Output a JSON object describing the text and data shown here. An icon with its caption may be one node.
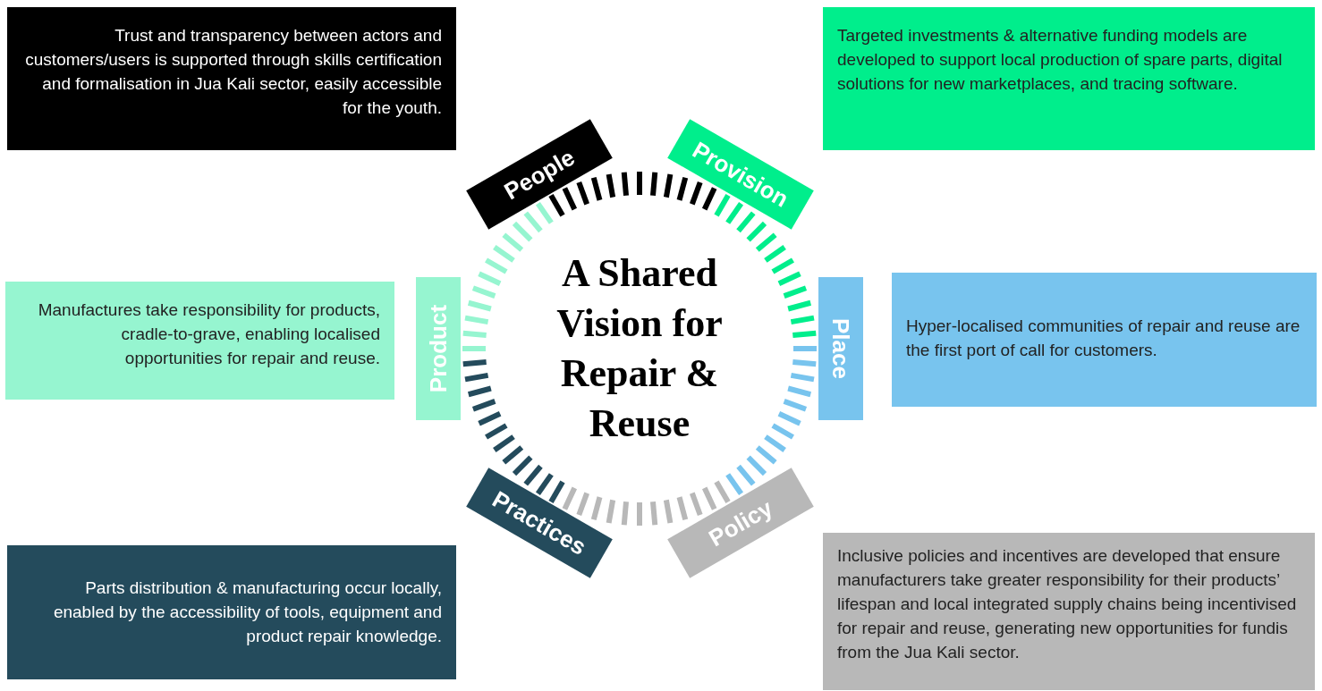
{
  "diagram": {
    "nodes": [
      {
        "text": [
          "Trust and transparency between actors and customers/users  is supported through skills certification and formalisation in Jua Kali sector, easily accessible for the youth."
        ]
      },
      {
        "text": [
          "Targeted investments & alternative funding models are developed to support local production of spare parts, digital solutions for new marketplaces, and tracing software."
        ]
      },
      {
        "text": [
          "People"
        ]
      },
      {
        "text": [
          "Provision"
        ]
      },
      {
        "text": [
          "A Shared Vision for Repair & Reuse"
        ]
      },
      {
        "text": [
          "Manufactures take responsibility for products, cradle-to-grave, enabling localised opportunities for repair and reuse."
        ]
      },
      {
        "text": [
          "Product"
        ]
      },
      {
        "text": [
          "Place"
        ]
      },
      {
        "text": [
          "Hyper-localised communities of repair and reuse are the first port of call for customers."
        ]
      },
      {
        "text": [
          "Practices"
        ]
      },
      {
        "text": [
          "Policy"
        ]
      },
      {
        "text": [
          "Parts distribution & manufacturing occur locally, enabled by the accessibility of tools, equipment and product repair knowledge."
        ]
      },
      {
        "text": [
          "Inclusive policies and incentives are developed that ensure manufacturers take greater responsibility for their products’ lifespan and local integrated supply chains being incentivised for repair and reuse, generating new opportunities for fundis from the Jua Kali sector."
        ]
      }
    ]
  }
}
